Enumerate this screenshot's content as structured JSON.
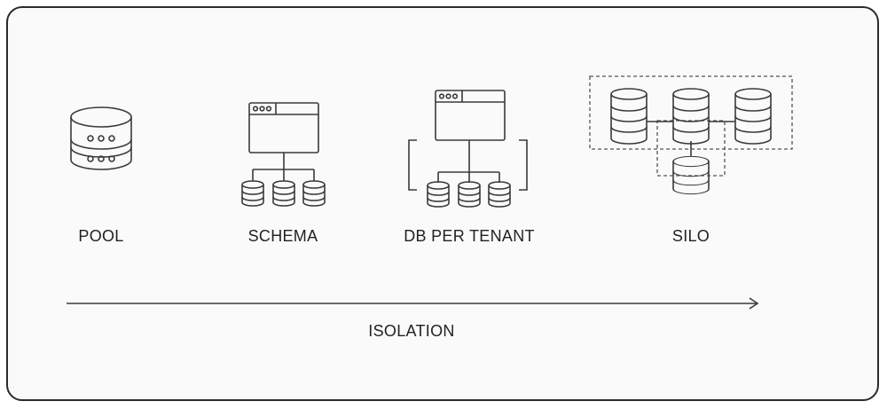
{
  "models": {
    "pool": "POOL",
    "schema": "SCHEMA",
    "db_per_tenant": "DB PER TENANT",
    "silo": "SILO"
  },
  "axis": {
    "label": "ISOLATION"
  }
}
